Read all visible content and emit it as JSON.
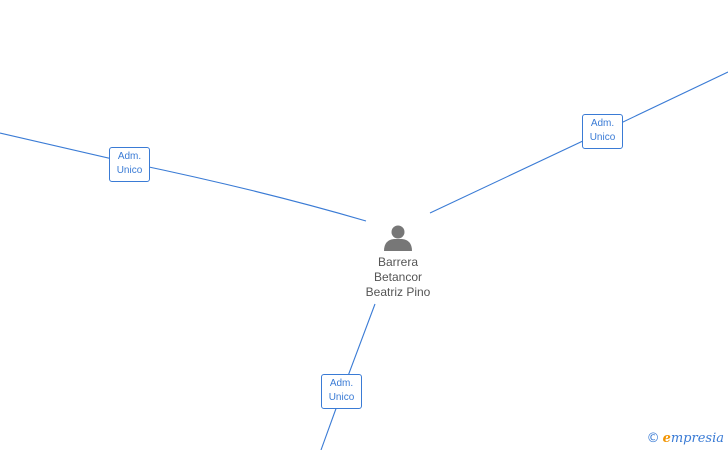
{
  "center_node": {
    "name_lines": [
      "Barrera",
      "Betancor",
      "Beatriz Pino"
    ],
    "icon": "person-icon",
    "icon_color": "#777777"
  },
  "edges": [
    {
      "id": "edge-left",
      "role_lines": [
        "Adm.",
        "Unico"
      ]
    },
    {
      "id": "edge-right",
      "role_lines": [
        "Adm.",
        "Unico"
      ]
    },
    {
      "id": "edge-bottom",
      "role_lines": [
        "Adm.",
        "Unico"
      ]
    }
  ],
  "watermark": {
    "symbol": "©",
    "brand_initial": "e",
    "brand_rest": "mpresia"
  },
  "colors": {
    "edge": "#3a7bd5",
    "brand_accent": "#f29400",
    "text": "#555555"
  }
}
